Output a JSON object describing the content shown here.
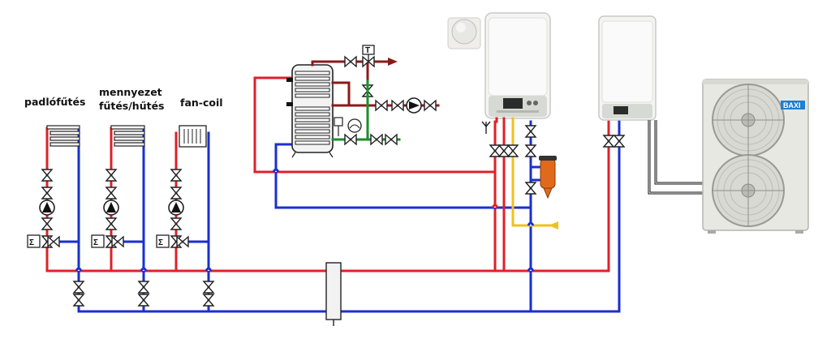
{
  "labels": {
    "circuit_1": "padlófűtés",
    "circuit_2_line1": "mennyezet",
    "circuit_2_line2": "fűtés/hűtés",
    "circuit_3": "fan-coil",
    "heat_pump_brand": "BAXI"
  },
  "symbols": {
    "mixing_sigma": "Σ",
    "thermostatic_T": "T"
  },
  "colors": {
    "supply": "#e0202a",
    "return": "#1a2fd0",
    "dhw_supply": "#8b1a1a",
    "dhw_cold": "#1a8f2a",
    "gas": "#f0c020",
    "signal": "#111111",
    "boiler_body": "#f4f5f2",
    "heat_pump_body": "#e8e8e3",
    "brand_badge": "#1f7fd0"
  }
}
